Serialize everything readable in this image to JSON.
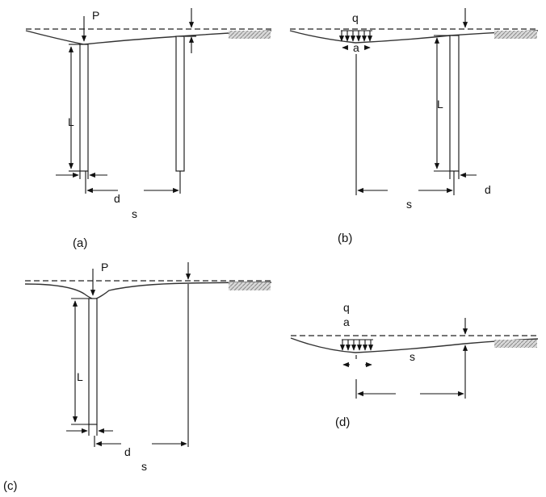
{
  "panels": {
    "a": {
      "caption": "(a)",
      "load_label": "P",
      "length_label": "L",
      "diameter_label": "d",
      "spacing_label": "s"
    },
    "b": {
      "caption": "(b)",
      "load_label": "q",
      "width_label": "a",
      "length_label": "L",
      "diameter_label": "d",
      "spacing_label": "s"
    },
    "c": {
      "caption": "(c)",
      "load_label": "P",
      "length_label": "L",
      "diameter_label": "d",
      "spacing_label": "s"
    },
    "d": {
      "caption": "(d)",
      "load_label": "q",
      "width_label": "a",
      "spacing_label": "s"
    }
  }
}
